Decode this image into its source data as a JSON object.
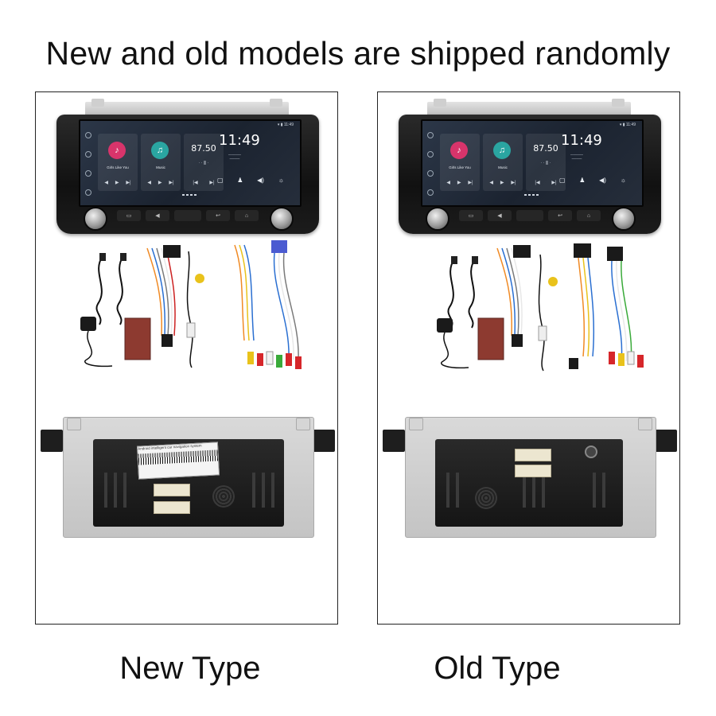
{
  "headline": "New and old models are shipped randomly",
  "panels": [
    {
      "caption": "New Type",
      "screen": {
        "clock": "11:49",
        "radio_freq": "87.50",
        "music_title": "Girls Like You",
        "music_label": "Music"
      },
      "sticker_text": "Android intelligent car navigation system"
    },
    {
      "caption": "Old Type",
      "screen": {
        "clock": "11:49",
        "radio_freq": "87.50",
        "music_title": "Girls Like You",
        "music_label": "Music"
      }
    }
  ],
  "colors": {
    "music_icon": "#d8346b",
    "bt_icon": "#2aa5a1",
    "rca_red": "#d6262a",
    "rca_yellow": "#e9c21b",
    "rca_white": "#f2f2f2",
    "connector_blue": "#4b5bd1",
    "wire_orange": "#f08a24"
  }
}
